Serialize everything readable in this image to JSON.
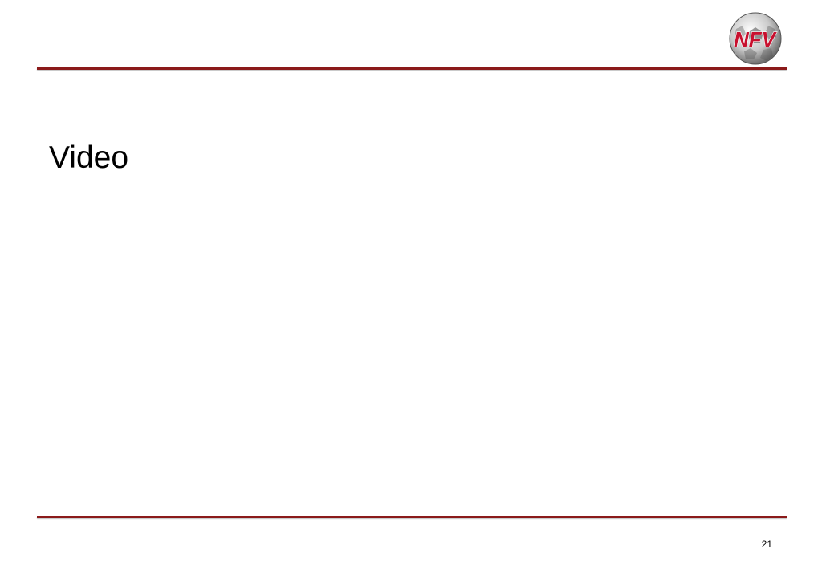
{
  "slide": {
    "title": "Video",
    "page_number": "21"
  },
  "logo": {
    "text": "NFV",
    "icon": "soccer-ball-icon"
  },
  "colors": {
    "rule": "#8b1a1a",
    "logo_text": "#c8102e",
    "background": "#ffffff"
  }
}
